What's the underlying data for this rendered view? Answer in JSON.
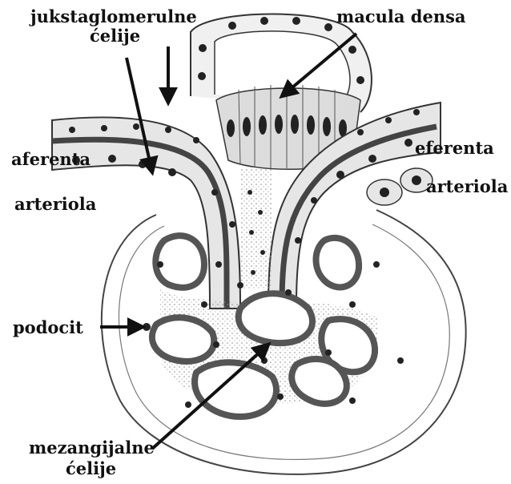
{
  "labels": {
    "juxta_line1": "jukstaglomerulne",
    "juxta_line2": "ćelije",
    "macula_densa": "macula densa",
    "afferent_line1": "aferenta",
    "afferent_line2": "arteriola",
    "efferent_line1": "eferenta",
    "efferent_line2": "arteriola",
    "podocyte": "podocit",
    "mesangial_line1": "mezangijalne",
    "mesangial_line2": "ćelije"
  },
  "colors": {
    "ink": "#111111",
    "cell_fill": "#e6e6e6",
    "nucleus": "#222222",
    "capillary_wall": "#555555",
    "stipple": "#bdbdbd"
  }
}
